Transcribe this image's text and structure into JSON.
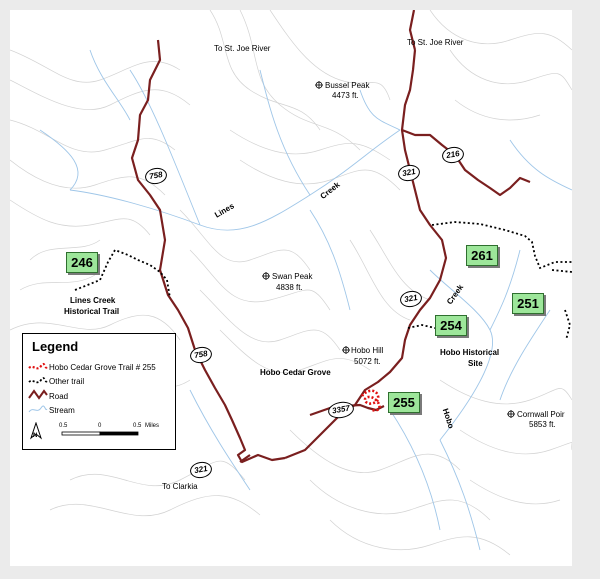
{
  "map": {
    "directions": {
      "st_joe_left": "To St. Joe River",
      "st_joe_right": "To St. Joe River",
      "clarkia": "To Clarkia"
    },
    "peaks": [
      {
        "name": "Bussel Peak",
        "elevation": "4473 ft."
      },
      {
        "name": "Swan Peak",
        "elevation": "4838 ft."
      },
      {
        "name": "Hobo Hill",
        "elevation": "5072 ft."
      },
      {
        "name": "Cornwall Poir",
        "elevation": "5853 ft."
      }
    ],
    "features": {
      "lines_creek_trail_line1": "Lines Creek",
      "lines_creek_trail_line2": "Historical Trail",
      "hobo_cedar_grove": "Hobo Cedar Grove",
      "hobo_historical_line1": "Hobo Historical",
      "hobo_historical_line2": "Site"
    },
    "streams": {
      "lines": "Lines",
      "creek_left": "Creek",
      "creek_right": "Creek",
      "hobo": "Hobo"
    },
    "road_shields": [
      "758",
      "758",
      "321",
      "321",
      "321",
      "216",
      "3357"
    ],
    "trail_badges": [
      "246",
      "261",
      "251",
      "254",
      "255"
    ]
  },
  "legend": {
    "title": "Legend",
    "items": [
      {
        "label": "Hobo Cedar Grove Trail # 255"
      },
      {
        "label": "Other trail"
      },
      {
        "label": "Road"
      },
      {
        "label": "Stream"
      }
    ],
    "scale": {
      "ticks": [
        "0.5",
        "0",
        "0.5"
      ],
      "unit": "Miles"
    },
    "north": "N"
  },
  "colors": {
    "road": "#7a1f1f",
    "featured_trail": "#e01010",
    "other_trail": "#000000",
    "stream": "#9fc6e8",
    "contour": "#d2d2d2",
    "badge": "#9de69a"
  }
}
